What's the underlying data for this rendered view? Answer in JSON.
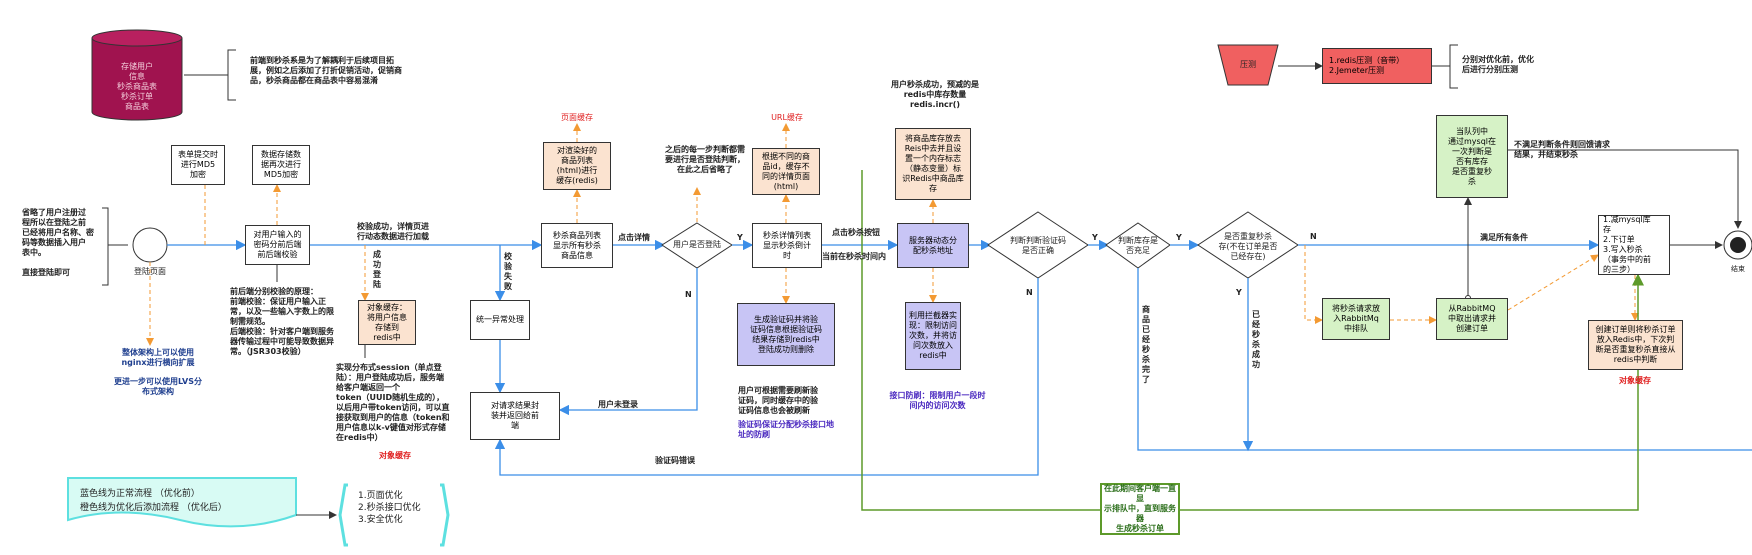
{
  "db": {
    "text": "存储用户\n信息\n秒杀商品表\n秒杀订单\n商品表"
  },
  "db_note": "前端到秒杀系是为了解耦利于后续项目拓\n展，例如之后添加了打折促销活动，促销商\n品，秒杀商品都在商品表中容易混淆",
  "login_note": "省略了用户注册过\n程所以在登陆之前\n已经将用户名称、密\n码等数据插入用户\n表中。\n\n直接登陆即可",
  "start_label": "登陆页面",
  "cluster_note1": "整体架构上可以使用\nnginx进行横向扩展",
  "cluster_note2": "更进一步可以使用LVS分\n布式架构",
  "md5_form": "表单提交时\n进行MD5\n加密",
  "md5_db": "数据存储数\n据再次进行\nMD5加密",
  "pwd_check": "对用户输入的\n密码分前后端\n前后端校验",
  "validation_note": "前后端分别校验的原理：\n前端校验：保证用户输入正\n常，以及一些输入字数上的限\n制需规范。\n后端校验：针对客户端到服务\n器传输过程中可能导致数据异\n常。（JSR303校验）",
  "login_ok": "校验成功，详情页进\n行动态数据进行加载",
  "login_succ_v": "成\n功\n登\n陆",
  "check_fail_v": "校\n验\n失\n败",
  "session_cache": "对象缓存：\n将用户信息\n存储到\nredis中",
  "session_note": "实现分布式session（单点登\n陆）：用户登陆成功后，服务端\n给客户端返回一个\ntoken（UUID随机生成的），\n以后用户带token访问，可以直\n接获取到用户的信息（token和\n用户信息以k-v键值对形式存储\n在redis中）",
  "obj_cache1": "对象缓存",
  "exception": "统一异常处理",
  "result_pack": "对请求结果封\n装并返回给前\n端",
  "not_login": "用户未登录",
  "captcha_err": "验证码错误",
  "page_cache_title": "页面缓存",
  "page_cache_box": "对渲染好的\n商品列表\n(html)进行\n缓存(redis)",
  "list_box": "秒杀商品列表\n显示所有秒杀\n商品信息",
  "click_detail": "点击详情",
  "check_login_note": "之后的每一步判断都需\n要进行是否登陆判断，\n在此之后省略了",
  "is_login": "用户是否登陆",
  "y1": "Y",
  "n1": "N",
  "url_cache_title": "URL缓存",
  "url_cache_box": "根据不同的商\n品id，缓存不\n同的详情页面\n(html)",
  "detail_box": "秒杀详情列表\n显示秒杀倒计\n时",
  "click_seckill": "点击秒杀按钮",
  "in_time": "当前在秒杀时间内",
  "captcha_box": "生成验证码并将验\n证码信息根据验证码\n结果存储到redis中\n登陆成功则删除",
  "captcha_note": "用户可根据需要刷新验\n证码，同时缓存中的验\n证码信息也会被刷新",
  "captcha_note2": "验证码保证分配秒杀接口地\n址的防刷",
  "stock_note": "用户秒杀成功，预减的是\nredis中库存数量\nredis.incr()",
  "stock_box": "将商品库存放去\nReis中去并且设\n置一个内存标志\n（静态变量）标\n识Redis中商品库\n存",
  "dyn_addr": "服务器动态分\n配秒杀地址",
  "limit_box": "利用拦截器实\n现：限制访问\n次数，并将访\n问次数放入\nredis中",
  "limit_note": "接口防刷：限制用户一段时\n间内的访问次数",
  "check_captcha": "判断判断验证码\n是否正确",
  "y2": "Y",
  "n2": "N",
  "check_stock": "判断库存是\n否充足",
  "y3": "Y",
  "sold_out_v": "商\n品\n已\n经\n秒\n杀\n完\n了",
  "dup_check": "是否重复秒杀\n存(不在订单是否\n已经存在)",
  "n3": "N",
  "y4": "Y",
  "already_v": "已\n经\n秒\n杀\n成\n功",
  "queue_enter": "将秒杀请求放\n入RabbitMq\n中排队",
  "mq_consume": "从RabbitMQ\n中取出请求并\n创建订单",
  "mq_note_box": "当队列中\n通过mysql在\n一次判断是\n否有库存\n是否重复秒\n杀",
  "not_ok": "不满足判断条件则回馈请求\n结果，并结束秒杀",
  "all_ok": "满足所有条件",
  "order_steps": "1.减mysql库\n存\n2.下订单\n3.写入秒杀\n（事务中的前\n的三步）",
  "end_label": "结束",
  "order_cache_box": "创建订单则将秒杀订单\n放入Redis中，下次判\n断是否重复秒杀直接从\nredis中判断",
  "obj_cache2": "对象缓存",
  "queue_note": "在此期间客户端一直显\n示排队中，直到服务器\n生成秒杀订单",
  "stress_label": "压测",
  "stress_box": "1.redis压测（音带）\n2.Jemeter压测",
  "stress_note": "分别对优化前，优化\n后进行分别压测",
  "legend1": "蓝色线为正常流程           （优化前）",
  "legend2": "橙色线为优化后添加流程      （优化后）",
  "opt_list": "1.页面优化\n2.秒杀接口优化\n3.安全优化",
  "colors": {
    "blue": "#3b8ee8",
    "orange": "#f39a33",
    "green": "#5d9a2a",
    "db": "#a0134f",
    "red": "#f06060",
    "purple": "#c8c5f5",
    "mint": "#d6f2c6",
    "cyan": "#8ff0f0"
  }
}
